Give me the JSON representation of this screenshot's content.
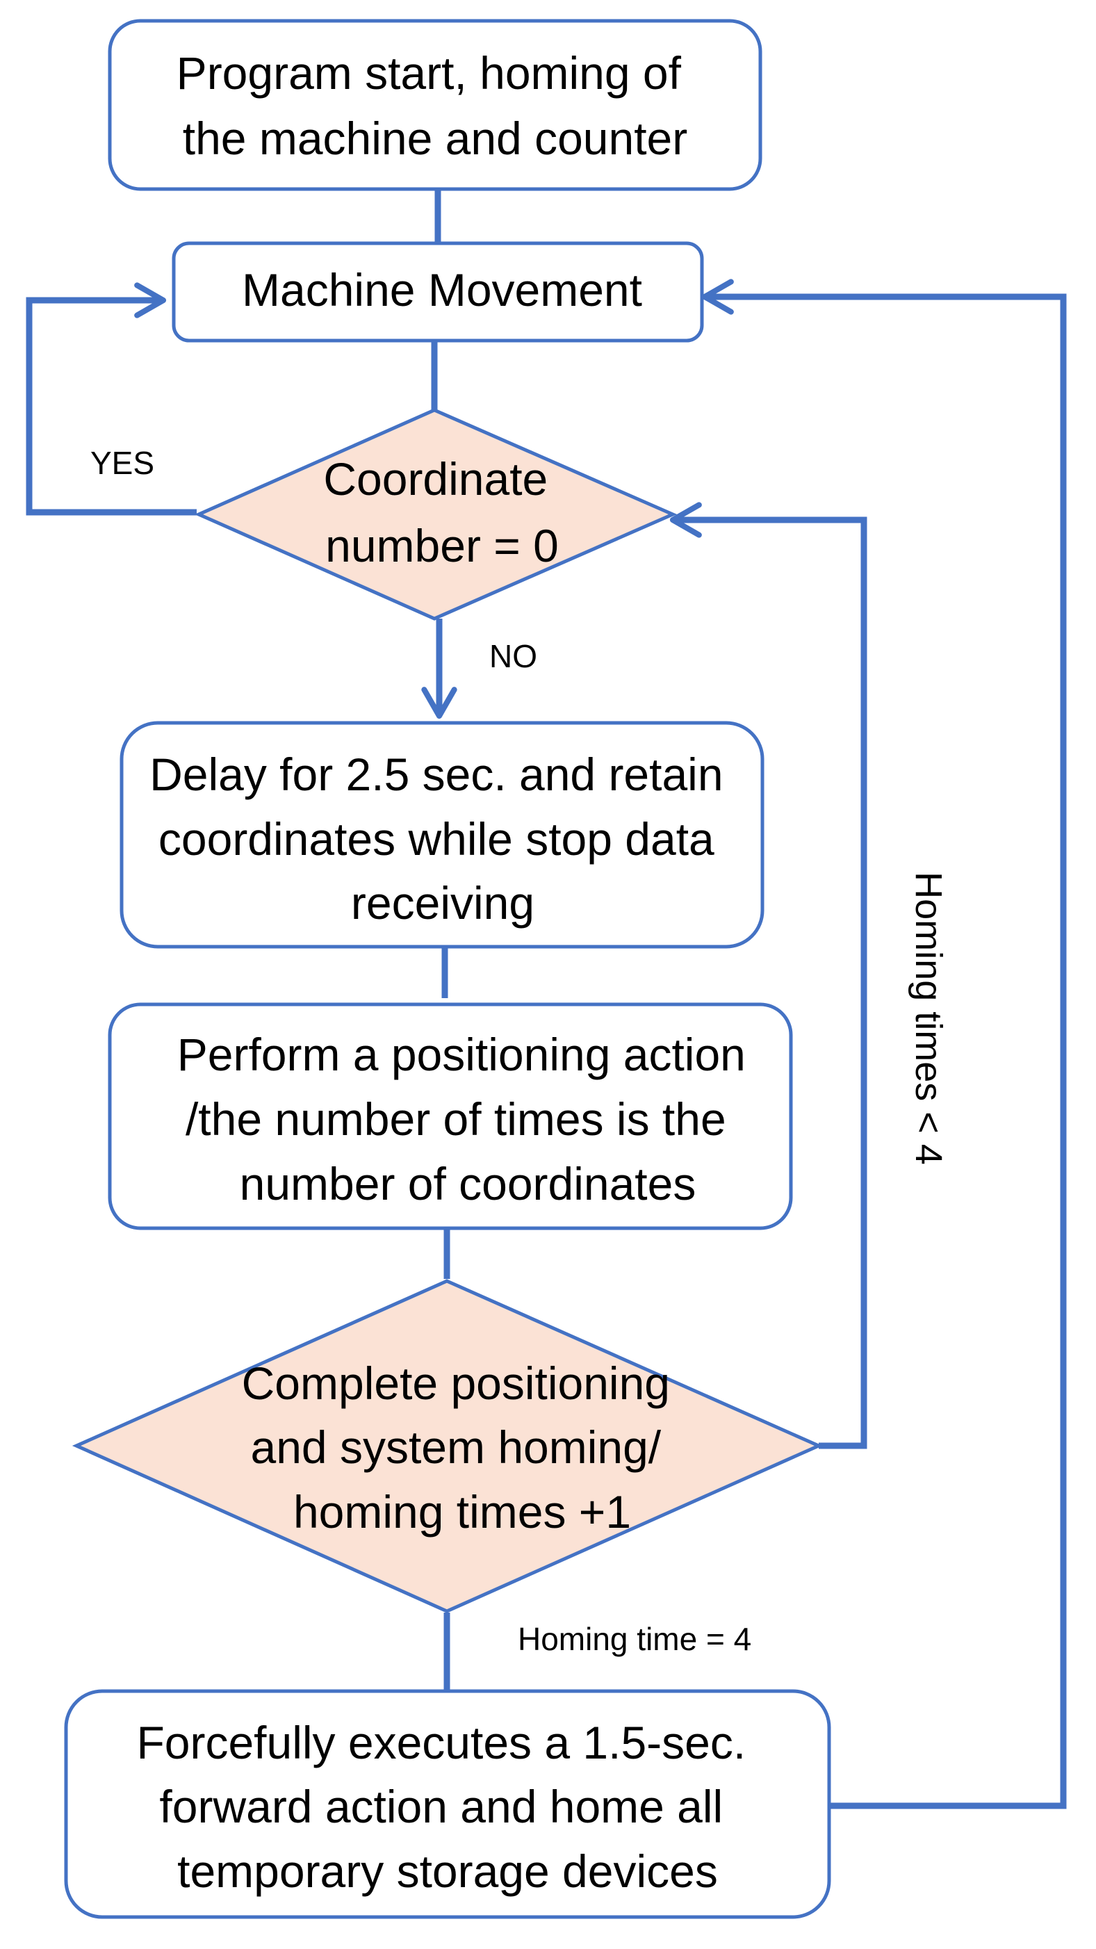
{
  "colors": {
    "stroke": "#4472c4",
    "decision_fill": "#fbe2d5",
    "process_fill": "#ffffff",
    "text": "#000000"
  },
  "nodes": {
    "start": {
      "lines": [
        "Program start, homing of",
        "the machine and counter"
      ]
    },
    "machine_movement": {
      "lines": [
        "Machine Movement"
      ]
    },
    "coordinate_check": {
      "lines": [
        "Coordinate",
        "number = 0"
      ]
    },
    "delay": {
      "lines": [
        "Delay for 2.5 sec. and retain",
        "coordinates while stop data",
        "receiving"
      ]
    },
    "positioning": {
      "lines": [
        "Perform a positioning action",
        "/the number of times is the",
        "number of coordinates"
      ]
    },
    "complete_check": {
      "lines": [
        "Complete positioning",
        "and system homing/",
        "homing times +1"
      ]
    },
    "forceful": {
      "lines": [
        "Forcefully executes a 1.5-sec.",
        "forward action and home all",
        "temporary storage devices"
      ]
    }
  },
  "edges": {
    "yes_label": "YES",
    "no_label": "NO",
    "homing_less_label": "Homing times < 4",
    "homing_equal_label": "Homing time = 4"
  }
}
